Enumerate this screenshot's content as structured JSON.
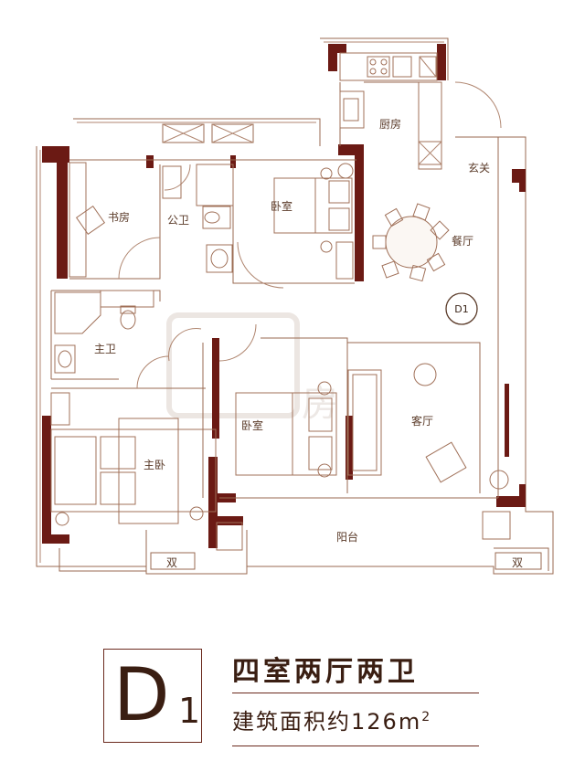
{
  "rooms": {
    "kitchen": "厨房",
    "entrance": "玄关",
    "study": "书房",
    "public_bath": "公卫",
    "bedroom_north": "卧室",
    "dining": "餐厅",
    "master_bath": "主卫",
    "bedroom_south": "卧室",
    "living": "客厅",
    "master_bedroom": "主卧",
    "balcony": "阳台"
  },
  "unit_tag": "D1",
  "ac_marks": [
    "双",
    "双"
  ],
  "title_block": {
    "code_letter": "D",
    "code_sub": "1",
    "layout": "四室两厅两卫",
    "area_prefix": "建筑面积约",
    "area_value": "126",
    "area_unit": "m",
    "area_unit_sup": "2"
  },
  "colors": {
    "wall": "#6b1a14",
    "line": "#9a6a50",
    "text": "#3a1e12"
  }
}
